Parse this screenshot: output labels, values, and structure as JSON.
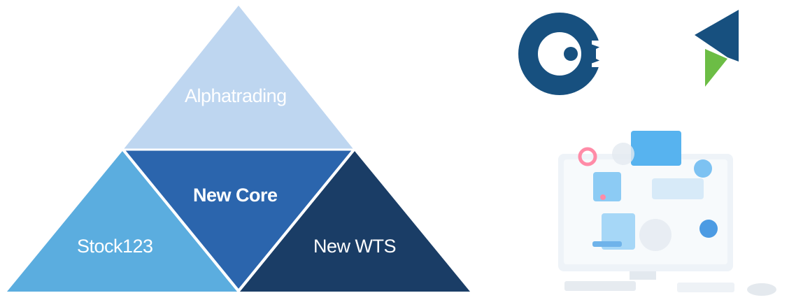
{
  "pyramid": {
    "top_label": "Alphatrading",
    "center_label": "New Core",
    "left_label": "Stock123",
    "right_label": "New WTS"
  },
  "colors": {
    "top": "#bed6f0",
    "center": "#2b65ad",
    "left": "#5baddf",
    "right": "#1a3d66",
    "logo_dark": "#17507f",
    "logo_green": "#6cbd45"
  },
  "icons": [
    "brand-logo-c-icon",
    "brand-logo-play-icon",
    "computer-illustration-icon"
  ]
}
